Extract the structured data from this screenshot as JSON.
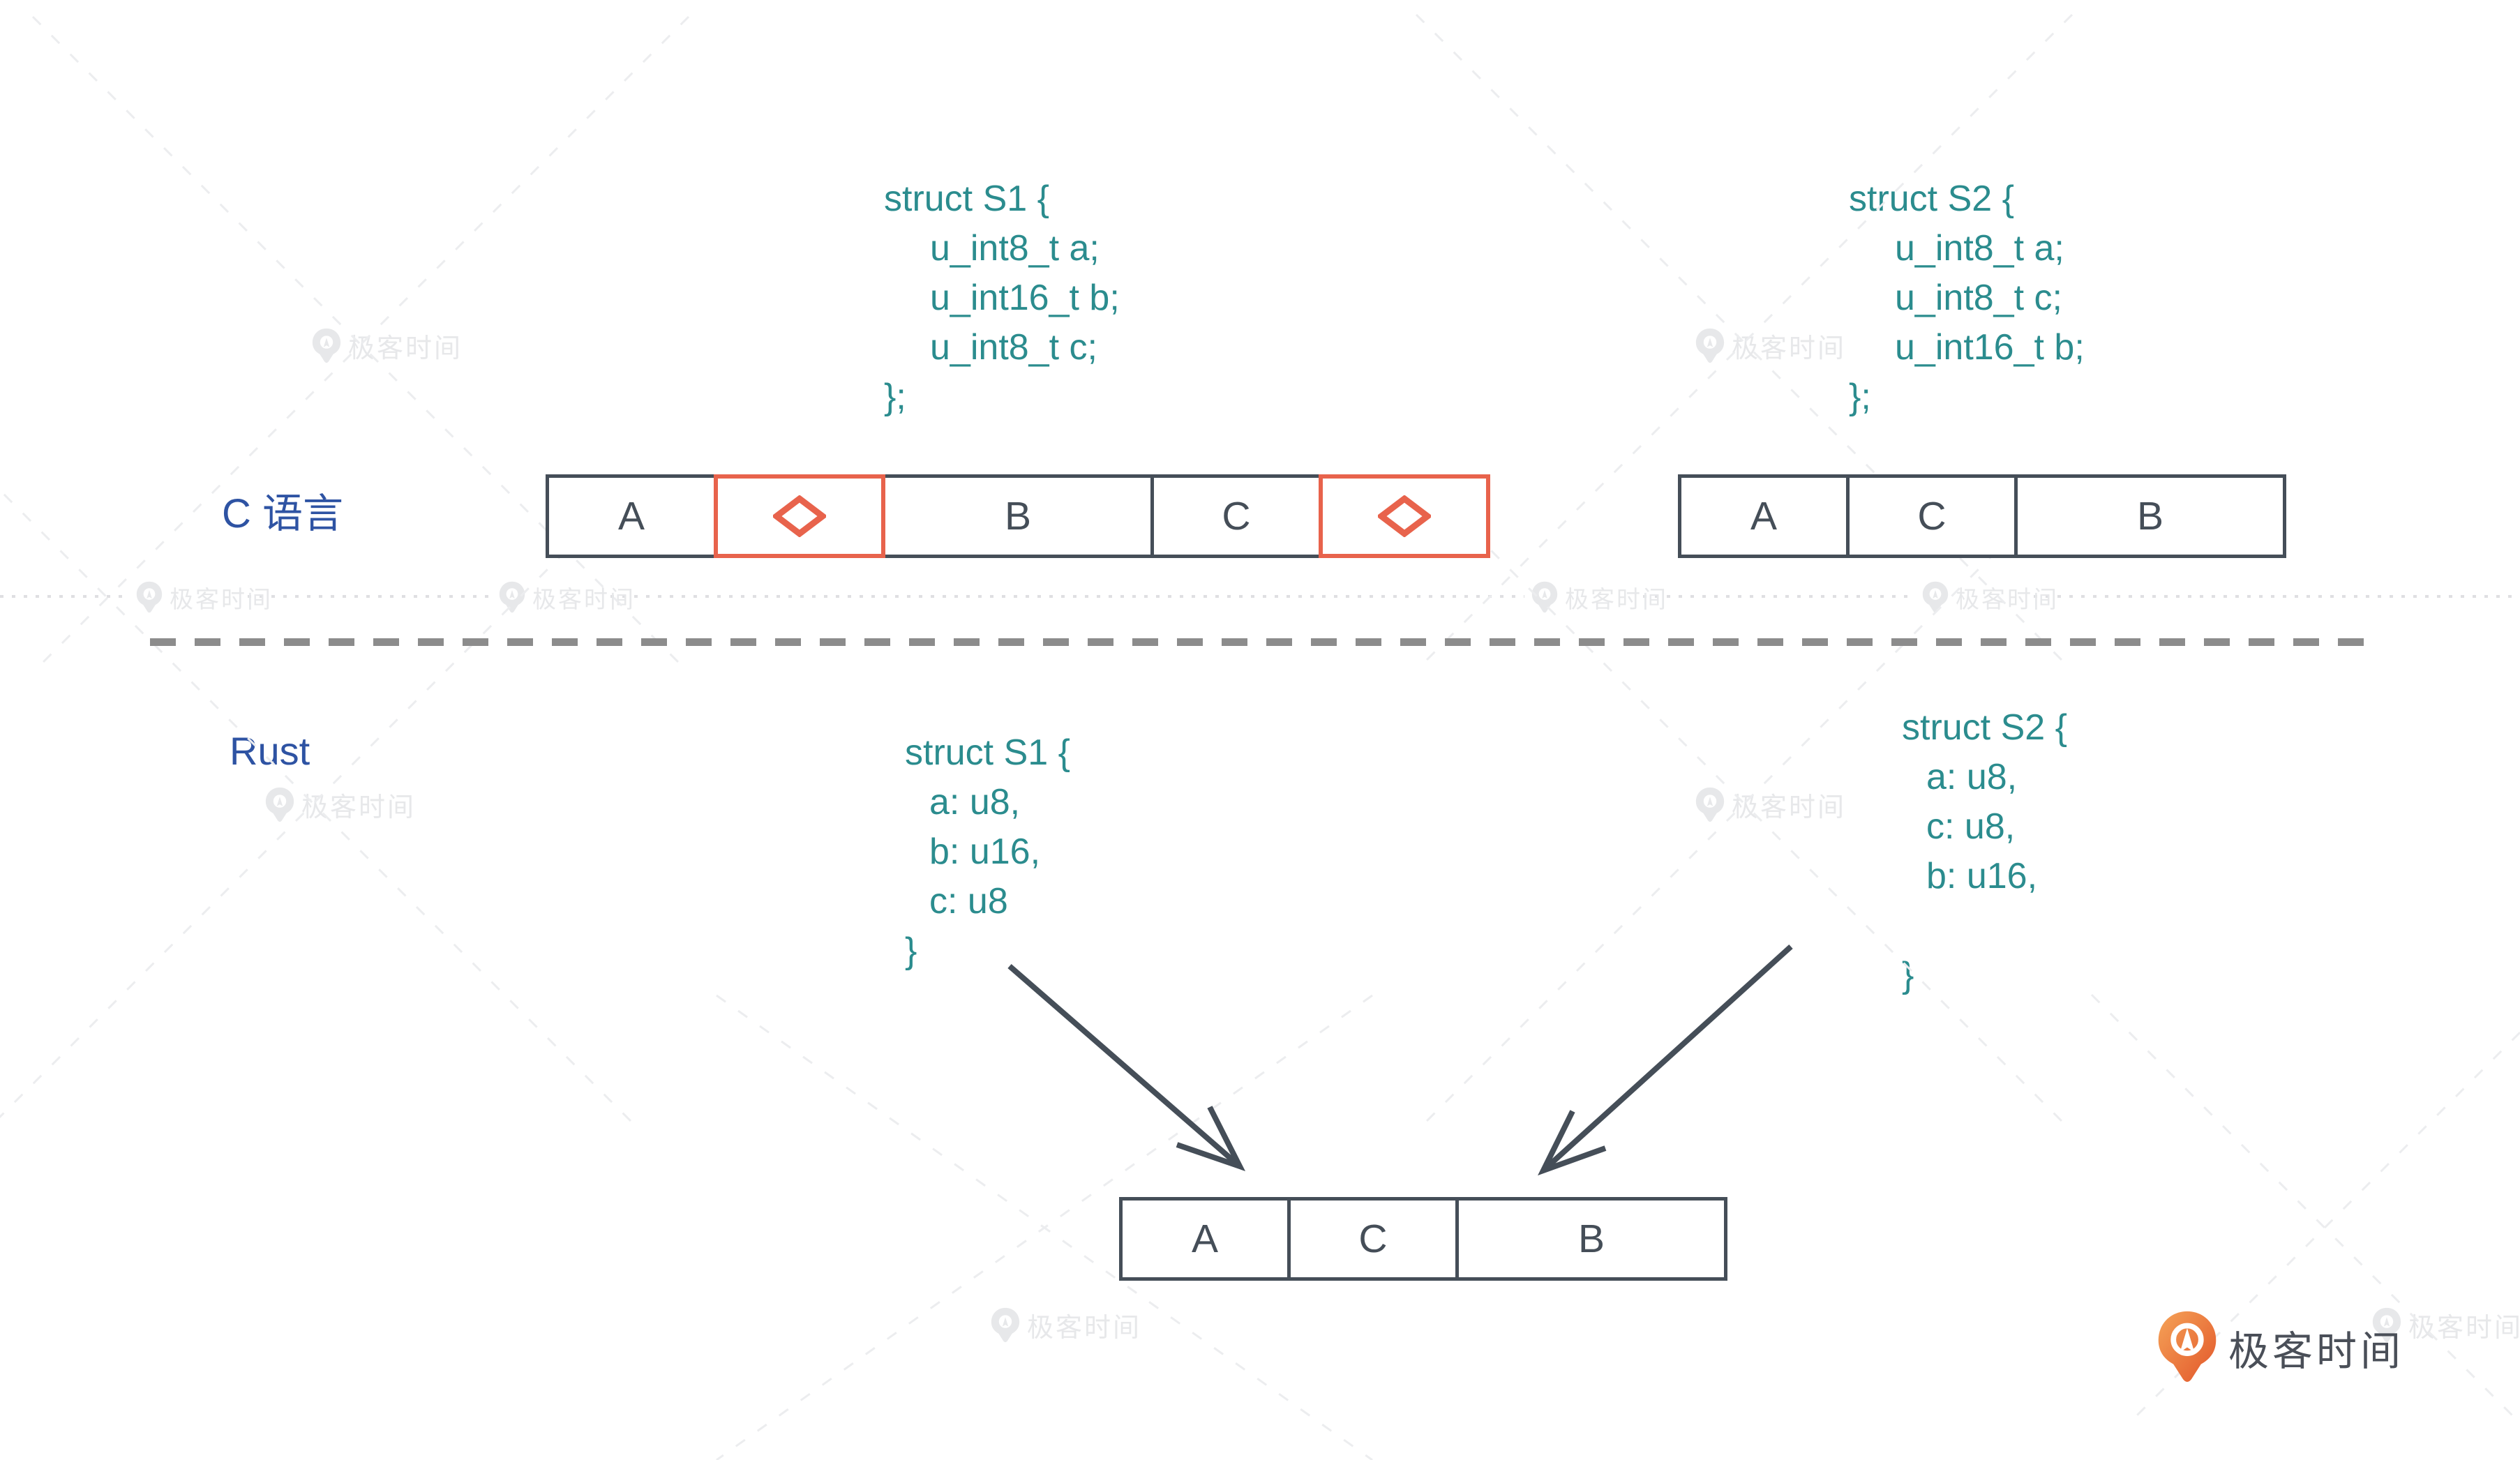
{
  "sections": {
    "c": {
      "label": "C 语言",
      "struct_s1": [
        "struct S1 {",
        "u_int8_t a;",
        "u_int16_t b;",
        "u_int8_t c;",
        "};"
      ],
      "struct_s2": [
        "struct S2 {",
        "u_int8_t a;",
        "u_int8_t c;",
        "u_int16_t b;",
        "};"
      ],
      "layout_s1": [
        {
          "label": "A",
          "padding": false
        },
        {
          "label": "",
          "padding": true
        },
        {
          "label": "B",
          "padding": false
        },
        {
          "label": "C",
          "padding": false
        },
        {
          "label": "",
          "padding": true
        }
      ],
      "layout_s2": [
        {
          "label": "A"
        },
        {
          "label": "C"
        },
        {
          "label": "B"
        }
      ]
    },
    "rust": {
      "label": "Rust",
      "struct_s1": [
        "struct S1 {",
        "a: u8,",
        "b: u16,",
        "c: u8",
        "}"
      ],
      "struct_s2": [
        "struct S2 {",
        "a: u8,",
        "c: u8,",
        "b: u16,",
        "",
        "}"
      ],
      "layout": [
        {
          "label": "A"
        },
        {
          "label": "C"
        },
        {
          "label": "B"
        }
      ]
    }
  },
  "watermark": {
    "text": "极客时间"
  },
  "brand": {
    "name": "极客时间"
  },
  "colors": {
    "code_teal": "#2B8C8E",
    "label_blue": "#2E53A3",
    "padding_orange": "#E8634C",
    "box_border": "#454E58",
    "divider_gray": "#8C8C8C",
    "brand_orange": "#ED7233"
  }
}
